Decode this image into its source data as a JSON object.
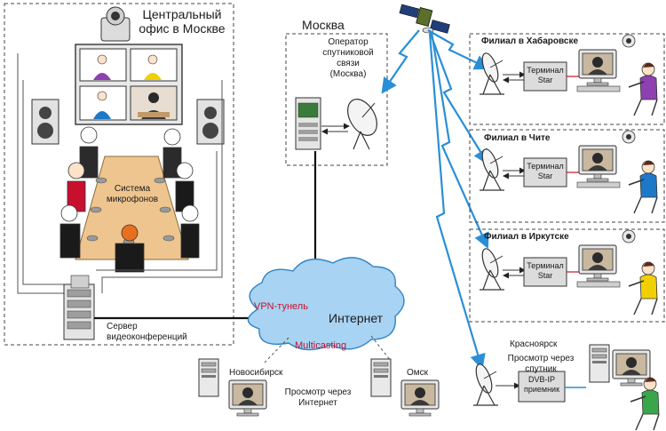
{
  "central_office": {
    "title_line1": "Центральный",
    "title_line2": "офис в Москве",
    "mic_system_line1": "Система",
    "mic_system_line2": "микрофонов",
    "server_line1": "Сервер",
    "server_line2": "видеоконференций"
  },
  "moscow": {
    "city": "Москва",
    "operator_lines": [
      "Оператор",
      "спутниковой",
      "связи",
      "(Москва)"
    ]
  },
  "internet": {
    "label": "Интернет",
    "vpn": "VPN-тунель",
    "multicasting": "Multicasting"
  },
  "branches": [
    {
      "title": "Филиал в Хабаровске",
      "terminal_line1": "Терминал",
      "terminal_line2": "Star"
    },
    {
      "title": "Филиал в Чите",
      "terminal_line1": "Терминал",
      "terminal_line2": "Star"
    },
    {
      "title": "Филиал в Иркутске",
      "terminal_line1": "Терминал",
      "terminal_line2": "Star"
    }
  ],
  "krasnoyarsk": {
    "city": "Красноярск",
    "caption_line1": "Просмотр через",
    "caption_line2": "спутник",
    "receiver_line1": "DVB-IP",
    "receiver_line2": "приемник"
  },
  "internet_viewers": {
    "novosibirsk": "Новосибирск",
    "omsk": "Омск",
    "caption_line1": "Просмотр через",
    "caption_line2": "Интернет"
  },
  "colors": {
    "satellite_link": "#2a8fd6",
    "cloud_fill": "#a9d3f2",
    "cloud_stroke": "#2f84c6",
    "table": "#efc58f",
    "terminal_fill": "#dcdcdc",
    "red_label": "#c8102e"
  }
}
